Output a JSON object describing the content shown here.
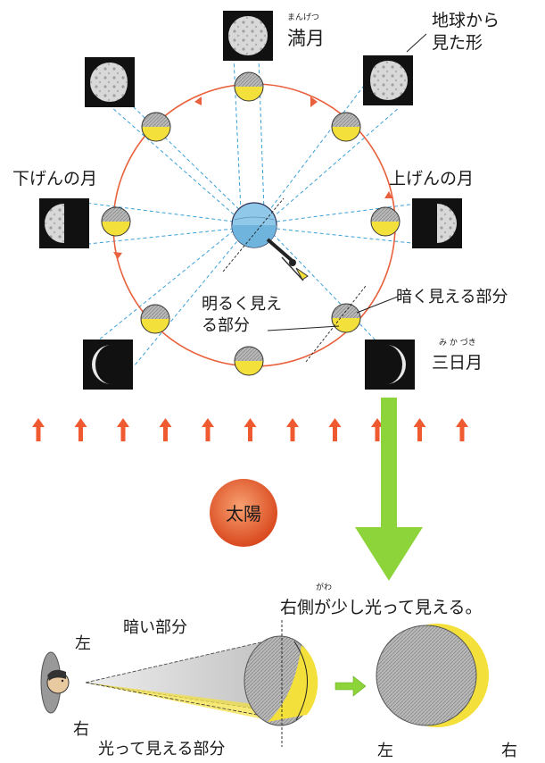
{
  "labels": {
    "full_moon": "満月",
    "full_moon_furigana": "まんげつ",
    "seen_from_earth_line1": "地球から",
    "seen_from_earth_line2": "見た形",
    "last_quarter": "下げんの月",
    "first_quarter": "上げんの月",
    "bright_part_line1": "明るく見え",
    "bright_part_line2": "る部分",
    "dark_part": "暗く見える部分",
    "crescent": "三日月",
    "crescent_furigana": "み か づき",
    "sun": "太陽",
    "right_side_glows": "右側が少し光って見える。",
    "right_side_furigana": "がわ",
    "dark_portion": "暗い部分",
    "lit_portion": "光って見える部分",
    "left_near_eye": "左",
    "right_near_eye": "右",
    "left_bottom": "左",
    "right_bottom": "右"
  },
  "colors": {
    "orbit": "#e8603c",
    "sunlight_arrow": "#f05a30",
    "moon_lit": "#f4e03a",
    "moon_dark": "#9e9e9e",
    "sight_line": "#3aa0d8",
    "big_arrow": "#8cd43a",
    "sun_fill": "#e8552c",
    "earth_sky": "#8fc8e8",
    "earth_sea": "#6fb4dc",
    "photo_bg": "#111111"
  },
  "icons": {
    "earth": "earth-globe-icon",
    "observer": "person-silhouette-icon",
    "telescope": "telescope-icon"
  }
}
